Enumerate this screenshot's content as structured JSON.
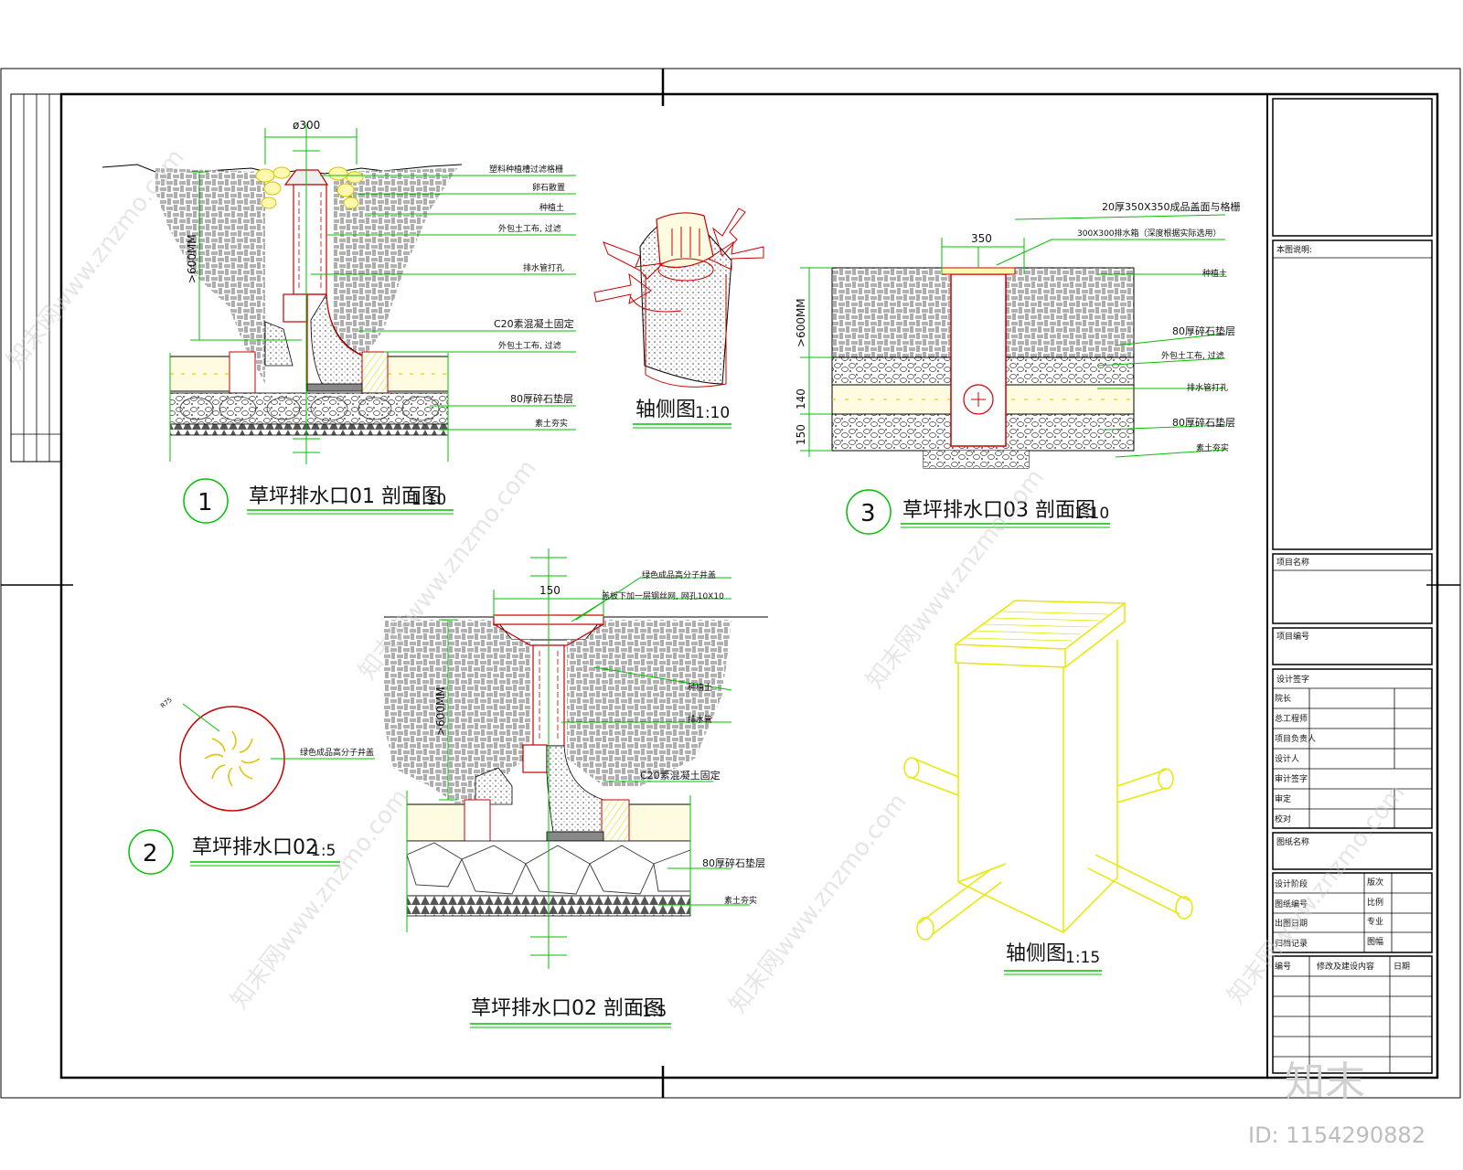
{
  "detail1": {
    "number": "1",
    "title": "草坪排水口01 剖面图",
    "scale": "1:10",
    "dim_diameter": "ø300",
    "dim_depth": ">600MM",
    "labels": [
      "塑料种植槽过滤格栅",
      "卵石散置",
      "种植土",
      "外包土工布, 过滤",
      "排水管打孔",
      "C20素混凝土固定",
      "外包土工布, 过滤",
      "80厚碎石垫层",
      "素土夯实"
    ]
  },
  "axon1": {
    "title": "轴侧图",
    "scale": "1:10"
  },
  "detail3": {
    "number": "3",
    "title": "草坪排水口03 剖面图",
    "scale": "1:10",
    "dim_width": "350",
    "dim_depth": ">600MM",
    "dim_140": "140",
    "dim_150": "150",
    "top_labels": [
      "20厚350X350成品盖面与格栅",
      "300X300排水箱（深度根据实际选用）"
    ],
    "labels": [
      "种植土",
      "80厚碎石垫层",
      "外包土工布, 过滤",
      "排水管打孔",
      "80厚碎石垫层",
      "素土夯实"
    ]
  },
  "detail2": {
    "number": "2",
    "title": "草坪排水口02",
    "scale": "1:5",
    "radius": "R75",
    "label": "绿色成品高分子井盖"
  },
  "detail2_section": {
    "title": "草坪排水口02 剖面图",
    "scale": "1:5",
    "dim_width": "150",
    "dim_depth": ">600MM",
    "labels": [
      "绿色成品高分子井盖",
      "盖板下加一层钢丝网, 网孔10X10",
      "种植土",
      "排水管",
      "C20素混凝土固定",
      "80厚碎石垫层",
      "素土夯实"
    ]
  },
  "axon2": {
    "title": "轴侧图",
    "scale": "1:15"
  },
  "title_block": {
    "notes": "本图说明:",
    "project_name": "项目名称",
    "project_no": "项目编号",
    "signatures_header": "设计签字",
    "signatures": [
      "院长",
      "总工程师",
      "项目负责人",
      "设计人",
      "审计签字",
      "审定",
      "校对"
    ],
    "drawing_name": "图纸名称",
    "meta_left": [
      "设计阶段",
      "图纸编号",
      "出图日期",
      "归档记录"
    ],
    "meta_right": [
      "版次",
      "比例",
      "专业",
      "图幅"
    ],
    "rev_cols": [
      "编号",
      "修改及建设内容",
      "日期"
    ]
  },
  "watermark": {
    "text": "知末网www.znzmo.com",
    "logo": "知末",
    "id": "ID: 1154290882"
  },
  "colors": {
    "line": "#000000",
    "green": "#00cc00",
    "yellow": "#f0f000",
    "red": "#cc0000",
    "magenta": "#c000c0"
  }
}
